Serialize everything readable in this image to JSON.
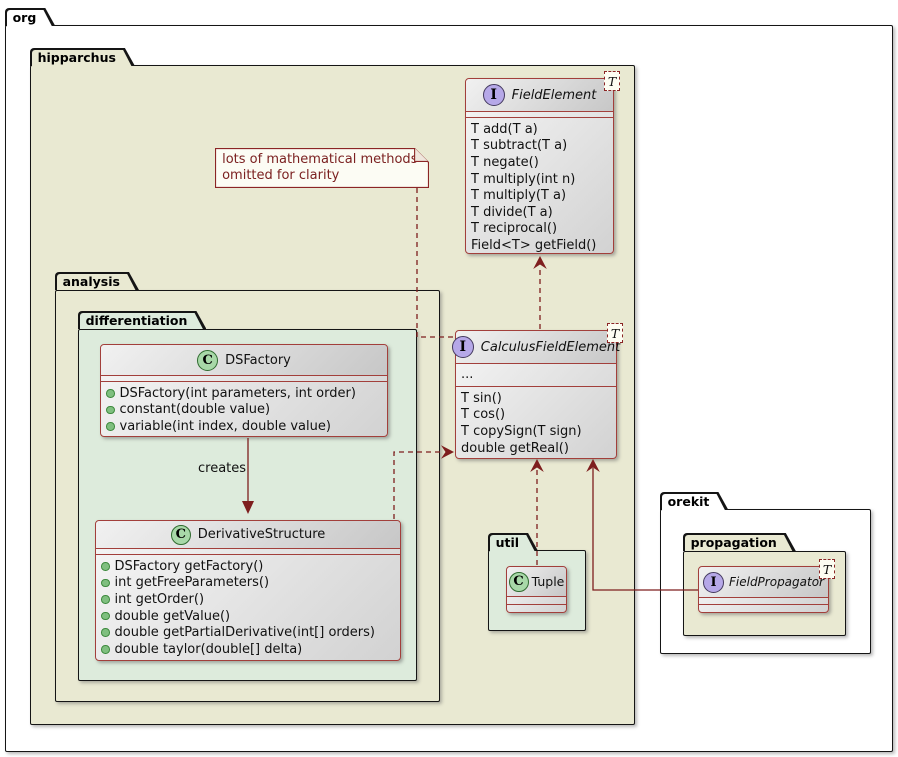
{
  "packages": {
    "org": {
      "label": "org"
    },
    "hipparchus": {
      "label": "hipparchus"
    },
    "analysis": {
      "label": "analysis"
    },
    "differentiation": {
      "label": "differentiation"
    },
    "util": {
      "label": "util"
    },
    "orekit": {
      "label": "orekit"
    },
    "propagation": {
      "label": "propagation"
    }
  },
  "note": {
    "line1": "lots of mathematical methods",
    "line2": "omitted for clarity"
  },
  "classes": {
    "field_element": {
      "stereotype": "I",
      "name": "FieldElement",
      "template": "T",
      "methods": [
        "T add(T a)",
        "T subtract(T a)",
        "T negate()",
        "T multiply(int n)",
        "T multiply(T a)",
        "T divide(T a)",
        "T reciprocal()",
        "Field<T> getField()"
      ]
    },
    "calculus_field_element": {
      "stereotype": "I",
      "name": "CalculusFieldElement",
      "template": "T",
      "fields_ellipsis": "...",
      "methods": [
        "T sin()",
        "T cos()",
        "T copySign(T sign)",
        "double getReal()"
      ]
    },
    "ds_factory": {
      "stereotype": "C",
      "name": "DSFactory",
      "methods": [
        "DSFactory(int parameters, int order)",
        "constant(double value)",
        "variable(int index, double value)"
      ]
    },
    "derivative_structure": {
      "stereotype": "C",
      "name": "DerivativeStructure",
      "methods": [
        "DSFactory getFactory()",
        "int getFreeParameters()",
        "int getOrder()",
        "double getValue()",
        "double getPartialDerivative(int[] orders)",
        "double taylor(double[] delta)"
      ]
    },
    "tuple": {
      "stereotype": "C",
      "name": "Tuple"
    },
    "field_propagator": {
      "stereotype": "I",
      "name": "FieldPropagator",
      "template": "T"
    }
  },
  "edges": {
    "creates_label": "creates"
  },
  "colors": {
    "package_beige": "#E9E9D2",
    "package_green": "#DDEBDC",
    "package_white": "#FFFFFF",
    "box_border": "#A23F3B",
    "edge_line": "#7E1E1E",
    "note_bg": "#FCFCF4",
    "note_text": "#7B2121",
    "interface_icon_fill": "#B6A8E8",
    "class_icon_fill": "#A8D8A8",
    "method_bullet": "#7FBF7F"
  }
}
